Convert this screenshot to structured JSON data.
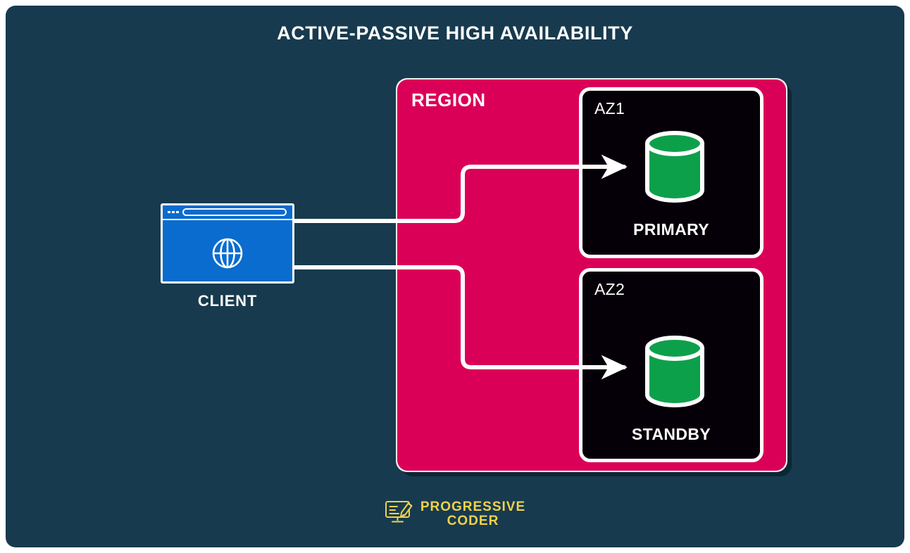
{
  "title": "ACTIVE-PASSIVE HIGH AVAILABILITY",
  "colors": {
    "canvas_background": "#173A4E",
    "region_pink": "#DB0057",
    "az_box_black": "#050007",
    "database_green": "#0DA04B",
    "client_blue": "#0A6CCE",
    "stroke_white": "#FFFFFF",
    "logo_yellow": "#F2D14B"
  },
  "client": {
    "label": "CLIENT",
    "icon": "browser-window-globe-icon"
  },
  "region": {
    "label": "REGION",
    "zones": [
      {
        "id": "az1",
        "label": "AZ1",
        "node": {
          "label": "PRIMARY",
          "icon": "database-cylinder-icon",
          "color": "#0DA04B"
        }
      },
      {
        "id": "az2",
        "label": "AZ2",
        "node": {
          "label": "STANDBY",
          "icon": "database-cylinder-icon",
          "color": "#0DA04B"
        }
      }
    ]
  },
  "connections": [
    {
      "from": "client",
      "to": "az1-primary",
      "style": "orthogonal-arrow"
    },
    {
      "from": "client",
      "to": "az2-standby",
      "style": "orthogonal-arrow"
    }
  ],
  "footer": {
    "logo_icon": "monitor-pencil-icon",
    "line_1": "PROGRESSIVE",
    "line_2": "CODER"
  }
}
